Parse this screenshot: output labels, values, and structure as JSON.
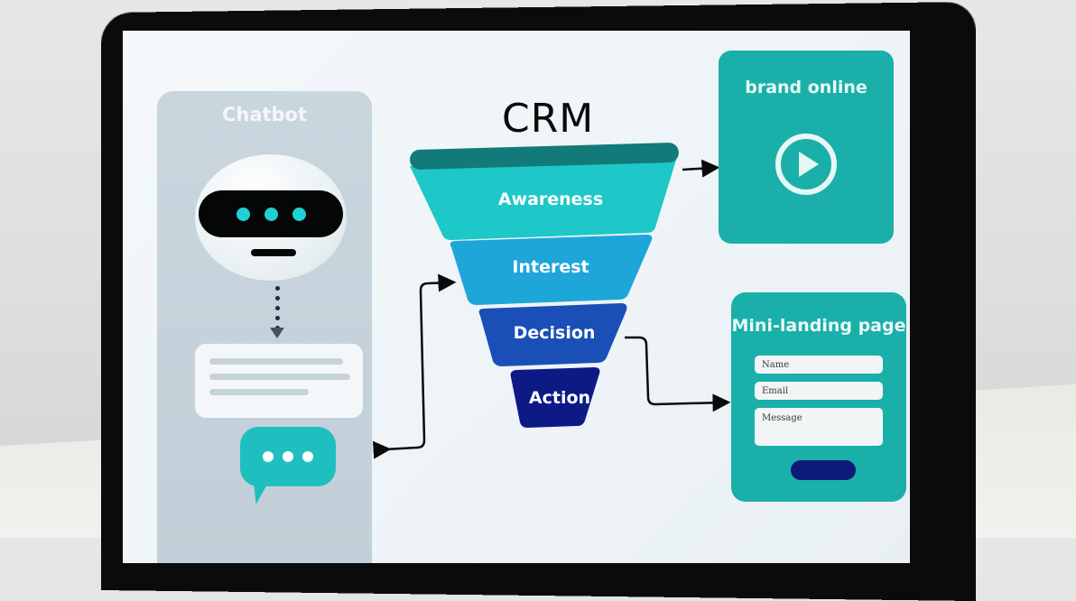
{
  "crm": {
    "title": "CRM",
    "stages": [
      {
        "label": "Awareness",
        "color": "#1ec7c8",
        "rim": "#127a78"
      },
      {
        "label": "Interest",
        "color": "#1ea6d9"
      },
      {
        "label": "Decision",
        "color": "#1a4fb8"
      },
      {
        "label": "Action",
        "color": "#0d1a86"
      }
    ]
  },
  "chatbot": {
    "title": "Chatbot",
    "accent": "#1fbfbf",
    "eye_color": "#1fd0d4"
  },
  "brand": {
    "title": "brand online",
    "icon": "play-circle-icon",
    "color": "#1ab0a9"
  },
  "landing": {
    "title": "Mini-landing page",
    "fields": {
      "name_placeholder": "Name",
      "email_placeholder": "Email",
      "message_placeholder": "Message"
    },
    "submit_color": "#0d1a7a"
  }
}
